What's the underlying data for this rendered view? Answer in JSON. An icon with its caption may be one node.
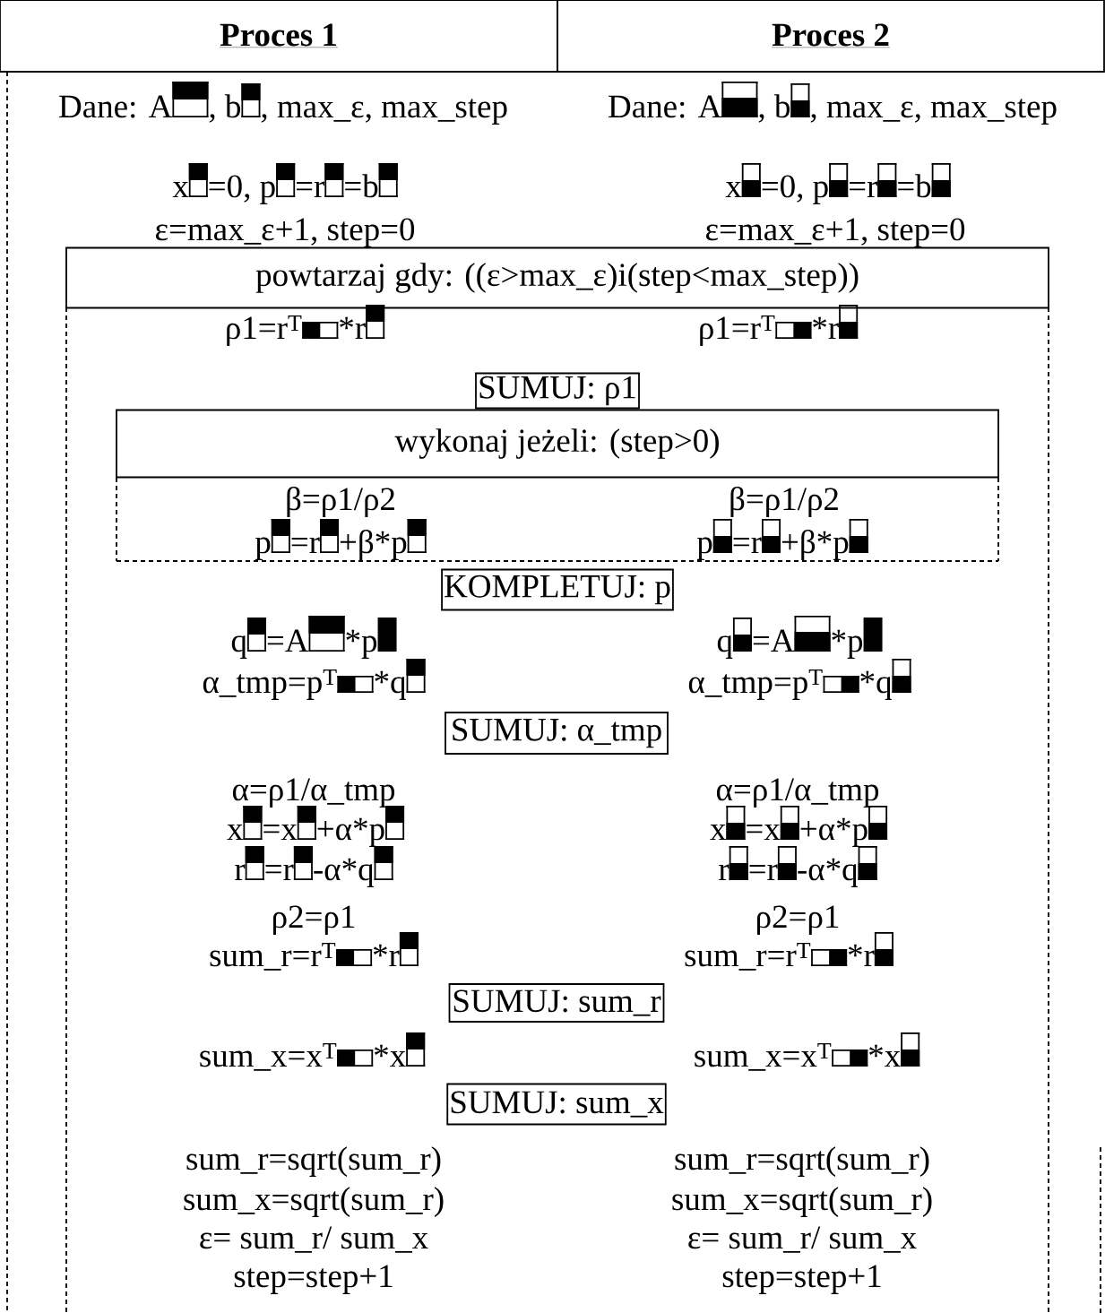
{
  "diagram": {
    "nodes": [
      {
        "text": [
          "Proces 1"
        ]
      },
      {
        "text": [
          "Proces 2"
        ]
      },
      {
        "text": [
          "powtarzaj gdy: ((ε>max_ε)i(step<max_step))"
        ]
      },
      {
        "text": [
          "SUMUJ: ρ1"
        ]
      },
      {
        "text": [
          "wykonaj jeżeli: (step>0)"
        ]
      },
      {
        "text": [
          "KOMPLETUJ: p"
        ]
      },
      {
        "text": [
          "SUMUJ: α_tmp"
        ]
      },
      {
        "text": [
          "SUMUJ: sum_r"
        ]
      },
      {
        "text": [
          "SUMUJ: sum_x"
        ]
      }
    ],
    "labels": [
      "Dane: A",
      ", b",
      ", max_ε, max_step",
      "Dane: A",
      ", b",
      ", max_ε, max_step",
      "x",
      "=0, p",
      "=r",
      "=b",
      "x",
      "=0, p",
      "=r",
      "=b",
      "ε=max_ε+1, step=0",
      "ε=max_ε+1, step=0",
      "ρ1=r$^{T}$",
      "*r",
      "ρ1=r$^{T}$",
      "*r",
      "β=ρ1/ρ2",
      "β=ρ1/ρ2",
      "p",
      "=r",
      "+β*p",
      "p",
      "=r",
      "+β*p",
      "q",
      "=A",
      "*p",
      "q",
      "=A",
      "*p",
      "α_tmp=p$^{T}$",
      "*q",
      "α_tmp=p$^{T}$",
      "*q",
      "α=ρ1/α_tmp",
      "α=ρ1/α_tmp",
      "x",
      "=x",
      "+α*p",
      "x",
      "=x",
      "+α*p",
      "r",
      "=r",
      "-α*q",
      "r",
      "=r",
      "-α*q",
      "ρ2=ρ1",
      "ρ2=ρ1",
      "sum_r=r$^{T}$",
      "*r",
      "sum_r=r$^{T}$",
      "*r",
      "sum_x=x$^{T}$",
      "*x",
      "sum_x=x$^{T}$",
      "*x",
      "sum_r=sqrt(sum_r)",
      "sum_r=sqrt(sum_r)",
      "sum_x=sqrt(sum_r)",
      "sum_x=sqrt(sum_r)",
      "ε= sum_r/ sum_x",
      "ε= sum_r/ sum_x",
      "step=step+1",
      "step=step+1"
    ]
  }
}
